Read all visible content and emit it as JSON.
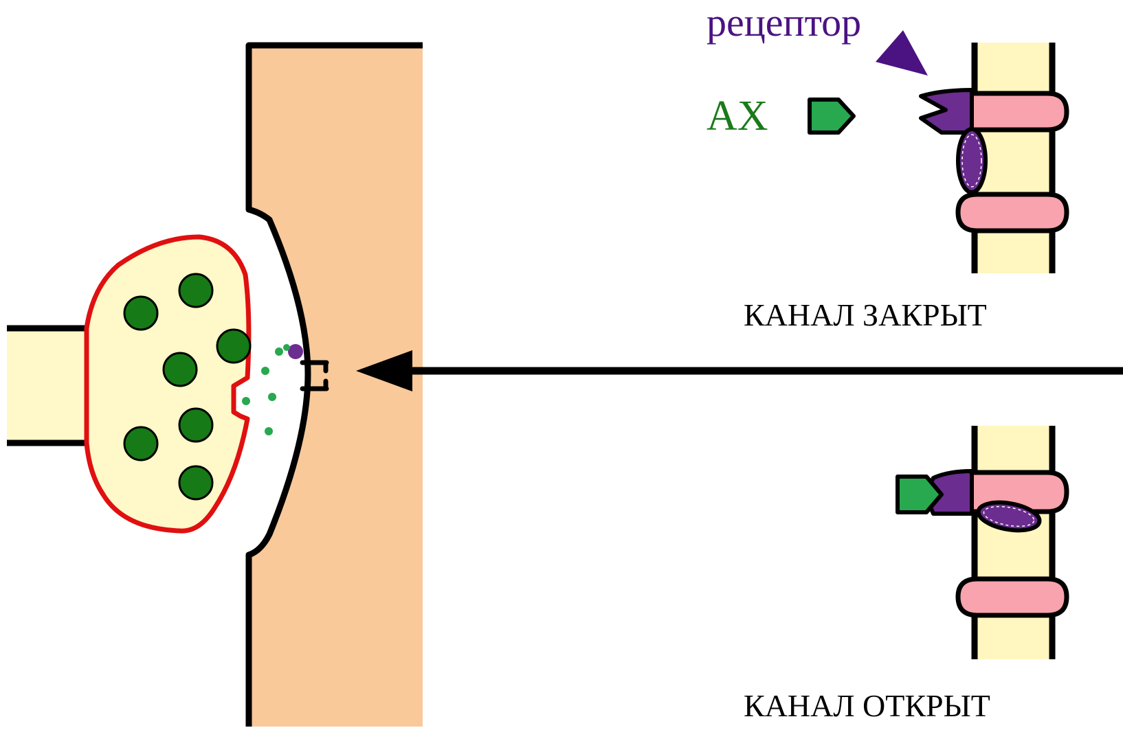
{
  "labels": {
    "receptor": "рецептор",
    "acetylcholine": "АХ",
    "channel_closed": "КАНАЛ ЗАКРЫТ",
    "channel_open": "КАНАЛ ОТКРЫТ"
  },
  "colors": {
    "postsynaptic_cell": "#f9c99a",
    "presynaptic_terminal_fill": "#fff8c8",
    "presynaptic_membrane": "#e01010",
    "vesicle": "#167a16",
    "mediator": "#28a84f",
    "receptor": "#6b2d8f",
    "receptor_label": "#4b1282",
    "ach_label": "#1a7a1a",
    "channel_subunit": "#f8a3ad",
    "membrane_band": "#fff6c0"
  }
}
